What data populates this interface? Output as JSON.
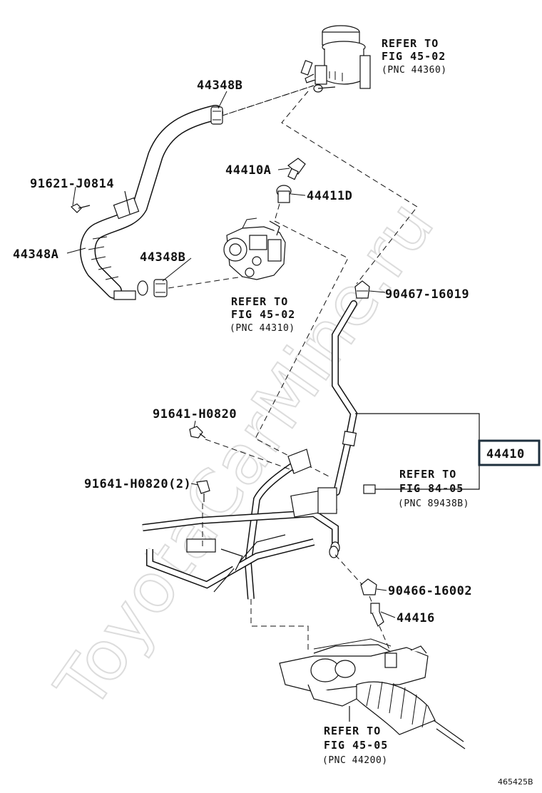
{
  "watermark": "ToyotaCarMine.ru",
  "figure_id": "465425B",
  "highlight_color": "#1e2f3d",
  "labels": {
    "p44348B_top": "44348B",
    "p91621": "91621-J0814",
    "p44348A": "44348A",
    "p44348B_mid": "44348B",
    "p44410A": "44410A",
    "p44411D": "44411D",
    "p90467": "90467-16019",
    "p91641_a": "91641-H0820",
    "p91641_b": "91641-H0820(2)",
    "p44410": "44410",
    "p90466": "90466-16002",
    "p44416": "44416"
  },
  "refs": {
    "reservoir": {
      "line1": "REFER TO",
      "line2": "FIG 45-02",
      "line3": "(PNC 44360)"
    },
    "pump": {
      "line1": "REFER TO",
      "line2": "FIG 45-02",
      "line3": "(PNC 44310)"
    },
    "sensor": {
      "line1": "REFER TO",
      "line2": "FIG 84-05",
      "line3": "(PNC 89438B)"
    },
    "gear": {
      "line1": "REFER TO",
      "line2": "FIG 45-05",
      "line3": "(PNC 44200)"
    }
  }
}
